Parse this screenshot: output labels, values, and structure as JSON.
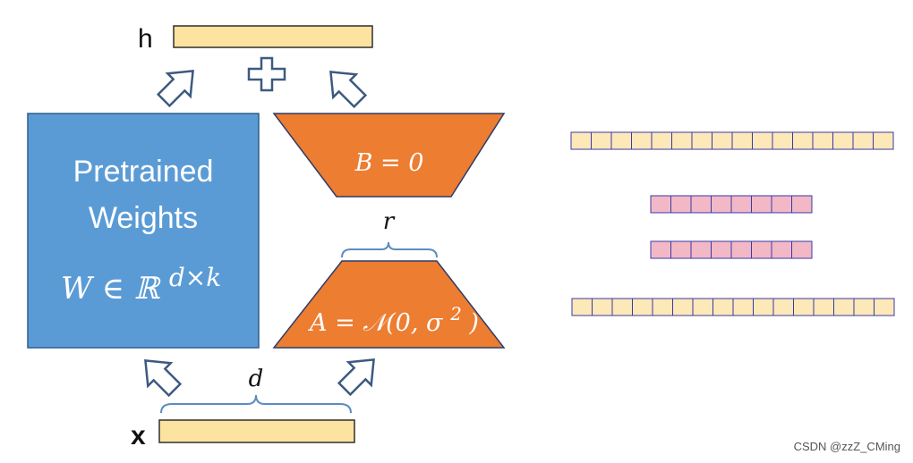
{
  "labels": {
    "h": "h",
    "x": "x",
    "pretrained_line1": "Pretrained",
    "pretrained_line2": "Weights",
    "w_formula_base": "W ∈ ℝ",
    "w_formula_exp": "d×k",
    "b_formula": "B = 0",
    "a_formula_base": "A = 𝒩(0, σ",
    "a_formula_exp": "2",
    "a_formula_end": ")",
    "r": "r",
    "d": "d"
  },
  "watermark": "CSDN @zzZ_CMing",
  "colors": {
    "vector_fill": "#fde3a0",
    "vector_stroke": "#2f2f2f",
    "weights_fill": "#5b9bd5",
    "weights_stroke": "#2e5f8c",
    "adapter_fill": "#ed7d31",
    "adapter_stroke": "#2e3c66",
    "arrow_stroke": "#3d5a80",
    "brace": "#5b8dc0",
    "strip_yellow": "#fde8b8",
    "strip_pink": "#f2b8c6",
    "strip_border": "#3a3aa8"
  },
  "strips": [
    {
      "cells": 16,
      "color": "yellow"
    },
    {
      "cells": 8,
      "color": "pink"
    },
    {
      "cells": 8,
      "color": "pink"
    },
    {
      "cells": 16,
      "color": "yellow"
    }
  ]
}
